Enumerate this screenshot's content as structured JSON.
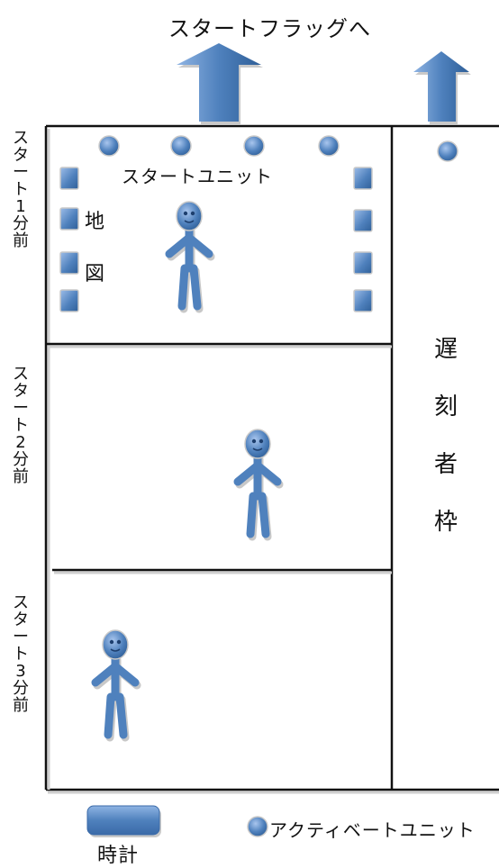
{
  "title": "スタートフラッグへ",
  "labels": {
    "start_unit": "スタートユニット",
    "map_1": "地",
    "map_2": "図",
    "late_frame": "遅刻者枠",
    "clock": "時計",
    "legend_active_unit": "アクティベートユニット"
  },
  "zones": [
    {
      "label": "スタート1分前"
    },
    {
      "label": "スタート2分前"
    },
    {
      "label": "スタート3分前"
    }
  ],
  "colors": {
    "accent": "#4f81bd",
    "accent_dark": "#2f5f98",
    "accent_light": "#8fb4e3",
    "line": "#111111",
    "shadow": "#c8c8c8"
  }
}
